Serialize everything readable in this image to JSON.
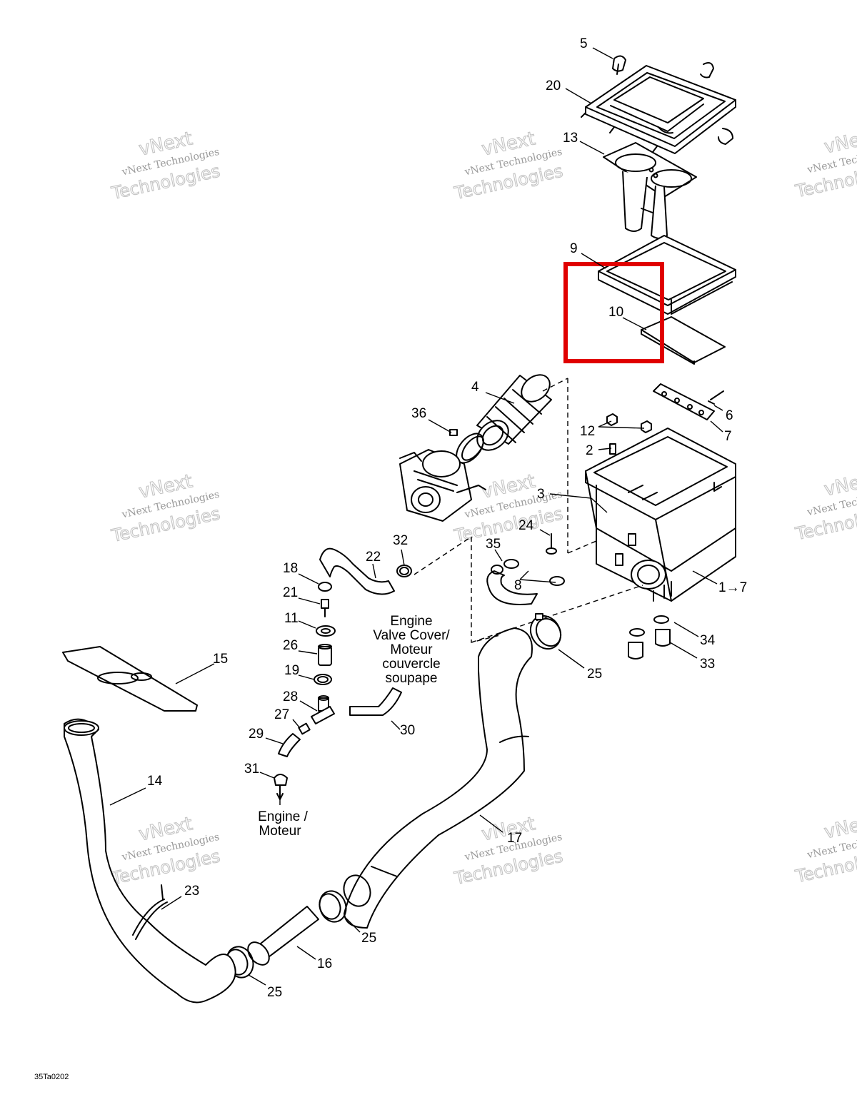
{
  "callouts": {
    "c5": "5",
    "c20": "20",
    "c13": "13",
    "c9": "9",
    "c10": "10",
    "c4": "4",
    "c36": "36",
    "c6": "6",
    "c7": "7",
    "c12": "12",
    "c2": "2",
    "c3": "3",
    "c24": "24",
    "c35": "35",
    "c32": "32",
    "c22": "22",
    "c18": "18",
    "c21": "21",
    "c11": "11",
    "c26": "26",
    "c19": "19",
    "c28": "28",
    "c27": "27",
    "c29": "29",
    "c31": "31",
    "c30": "30",
    "c8": "8",
    "c1to7": "1→7",
    "c34": "34",
    "c33": "33",
    "c15": "15",
    "c25a": "25",
    "c14": "14",
    "c17": "17",
    "c23": "23",
    "c25b": "25",
    "c16": "16",
    "c25c": "25"
  },
  "notes": {
    "valve_cover": [
      "Engine",
      "Valve Cover/",
      "Moteur",
      "couvercle",
      "soupape"
    ],
    "engine": [
      "Engine /",
      "Moteur"
    ]
  },
  "watermark": {
    "line1": "vNext Technologies",
    "line2": "vNext",
    "line3": "Technologies"
  },
  "reference_code": "35Ta0202",
  "colors": {
    "highlight": "#e00000",
    "line": "#000000",
    "watermark": "#b0b0b0"
  }
}
